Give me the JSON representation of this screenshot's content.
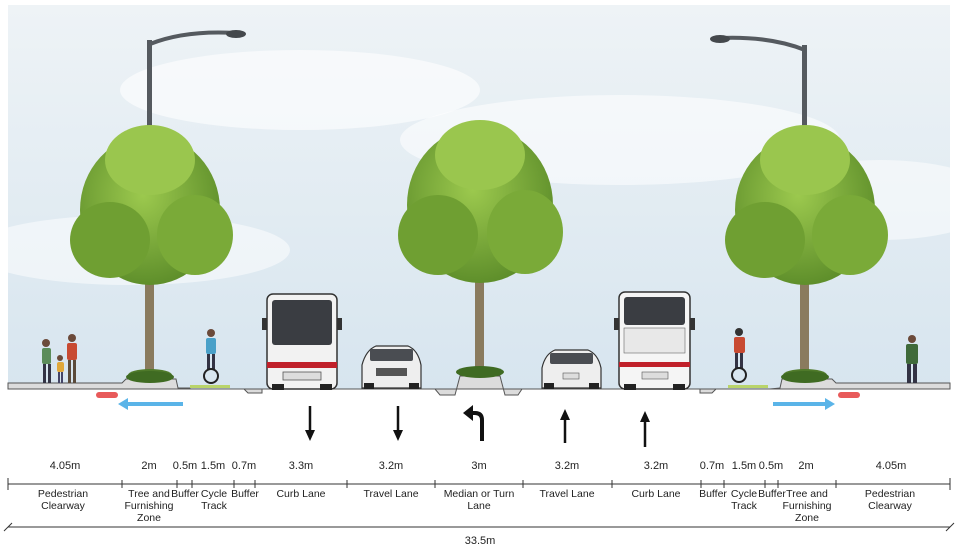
{
  "cross_section": {
    "total_width": "33.5m",
    "segments": [
      {
        "width": "4.05m",
        "name": "Pedestrian\nClearway"
      },
      {
        "width": "2m",
        "name": "Tree and\nFurnishing\nZone"
      },
      {
        "width": "0.5m",
        "name": "Buffer"
      },
      {
        "width": "1.5m",
        "name": "Cycle\nTrack"
      },
      {
        "width": "0.7m",
        "name": "Buffer"
      },
      {
        "width": "3.3m",
        "name": "Curb Lane"
      },
      {
        "width": "3.2m",
        "name": "Travel Lane"
      },
      {
        "width": "3m",
        "name": "Median or Turn\nLane"
      },
      {
        "width": "3.2m",
        "name": "Travel Lane"
      },
      {
        "width": "3.2m",
        "name": "Curb Lane"
      },
      {
        "width": "0.7m",
        "name": "Buffer"
      },
      {
        "width": "1.5m",
        "name": "Cycle\nTrack"
      },
      {
        "width": "0.5m",
        "name": "Buffer"
      },
      {
        "width": "2m",
        "name": "Tree and\nFurnishing\nZone"
      },
      {
        "width": "4.05m",
        "name": "Pedestrian\nClearway"
      }
    ]
  },
  "colors": {
    "sky_top": "#f4f7f9",
    "sky_bottom": "#dce8f0",
    "tree_canopy": "#7fb33d",
    "tree_canopy_dark": "#5e8f2a",
    "trunk": "#8a7b5e",
    "road": "#d9d9d9",
    "curb": "#ffffff",
    "bus_red": "#c0202a",
    "arrow_blue": "#5ab4e8",
    "arrow_red": "#e85a5a",
    "cycle_track": "#b9d46a",
    "ground": "#ffffff"
  }
}
